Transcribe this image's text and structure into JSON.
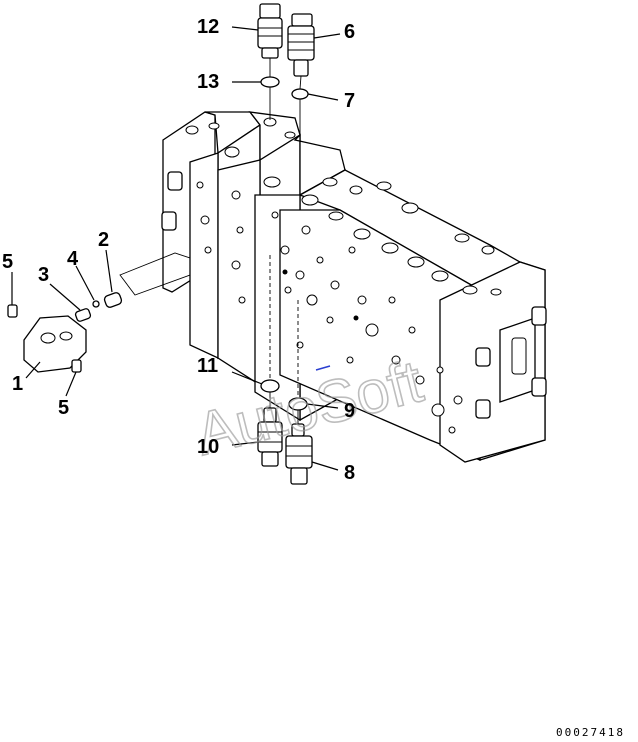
{
  "callouts": [
    {
      "id": "c1",
      "label": "1"
    },
    {
      "id": "c2",
      "label": "2"
    },
    {
      "id": "c3",
      "label": "3"
    },
    {
      "id": "c4",
      "label": "4"
    },
    {
      "id": "c5a",
      "label": "5"
    },
    {
      "id": "c5b",
      "label": "5"
    },
    {
      "id": "c6",
      "label": "6"
    },
    {
      "id": "c7",
      "label": "7"
    },
    {
      "id": "c8",
      "label": "8"
    },
    {
      "id": "c9",
      "label": "9"
    },
    {
      "id": "c10",
      "label": "10"
    },
    {
      "id": "c11",
      "label": "11"
    },
    {
      "id": "c12",
      "label": "12"
    },
    {
      "id": "c13",
      "label": "13"
    }
  ],
  "watermark": "AutoSoft",
  "document_number": "00027418"
}
